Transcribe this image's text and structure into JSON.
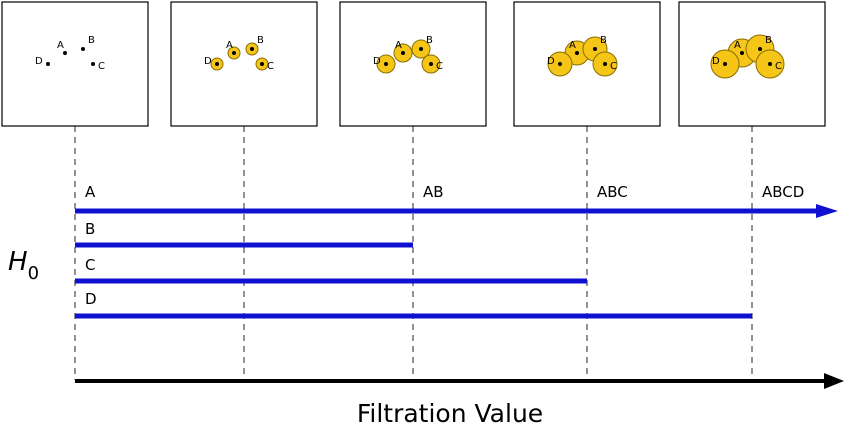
{
  "homology_label": {
    "base": "H",
    "sub": "0"
  },
  "x_axis_label": "Filtration Value",
  "point_labels": [
    "A",
    "B",
    "C",
    "D"
  ],
  "colors": {
    "bar": "#1010d0",
    "axis": "#000000",
    "ball_fill": "#f5c518",
    "ball_stroke": "#8a6d00",
    "dash": "#777777"
  },
  "bars": [
    {
      "label": "A",
      "birth_stage": 0,
      "death_stage": null,
      "arrow": true
    },
    {
      "label": "B",
      "birth_stage": 0,
      "death_stage": 2,
      "arrow": false
    },
    {
      "label": "C",
      "birth_stage": 0,
      "death_stage": 3,
      "arrow": false
    },
    {
      "label": "D",
      "birth_stage": 0,
      "death_stage": 4,
      "arrow": false
    }
  ],
  "merge_labels": [
    {
      "stage": 2,
      "text": "AB"
    },
    {
      "stage": 3,
      "text": "ABC"
    },
    {
      "stage": 4,
      "text": "ABCD"
    }
  ],
  "panels": [
    {
      "stage": 0,
      "ball_radius": 0
    },
    {
      "stage": 1,
      "ball_radius": 1
    },
    {
      "stage": 2,
      "ball_radius": 2
    },
    {
      "stage": 3,
      "ball_radius": 3
    },
    {
      "stage": 4,
      "ball_radius": 4
    }
  ]
}
